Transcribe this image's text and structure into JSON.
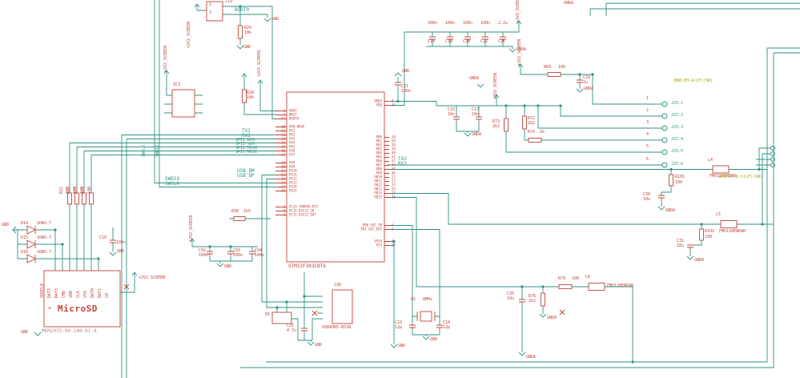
{
  "ic": {
    "value": "STM32F303CBT6",
    "left_numbers": "1\n7\n44\n\n10\n11\n12\n13\n14\n15\n16\n17\n\n29\n30\n31\n32\n33\n34\n37\n38\n\n\n\n2\n3\n4",
    "left_names": "VBAT\nNRST\nBOOT0\n\nPA0-WKUP\nPA1\nPA2\nPA3\nPA4\nPA5\nPA6\nPA7\n\nPA8\nPA9\nPA10\nPA11\nPA12\nPA13\nPA14\nPA15\n\n\n\nPC13-TAMPER-RTC\nPC14-OSC32_IN\nPC15-OSC32_OUT",
    "right_numbers": "9\n24\n\n\n\n\n\n\n\n18\n19\n20\n39\n40\n41\n42\n43\n45\n46\n21\n22\n25\n26\n27\n28\n\n\n\n\n\n\n5\n6\n\n\n8\n23",
    "right_names": "VDDA\nVDD\n\n\n\n\n\n\n\nPB0\nPB1\nPB2\nPB3\nPB4\nPB5\nPB6\nPB7\nPB8\nPB9\nPB10\nPB11\nPB12\nPB13\nPB14\nPB15\n\n\n\n\n\n\nPD0 OSC_IN\nPD1 OSC_OUT\n\n\nVSSA\nVSS"
  },
  "nets": {
    "boot0": "BOOT0",
    "tx2": "TX2",
    "rx2": "RX2",
    "spi1_nss": "SPI1_NSS",
    "spi1_sck": "SPI1_SCK",
    "spi1_miso": "SPI1_MISO",
    "spi1_mosi": "SPI1_MOSI",
    "usb_dm": "USB_DM",
    "usb_dp": "USB_DP",
    "swdio": "SWDIO",
    "swclk": "SWCLK"
  },
  "power": {
    "v2v2": "+2V2_SCREEN",
    "gnd": "GND",
    "gnda": "GNDA"
  },
  "microsd": {
    "title": "MicroSD",
    "plus": "+",
    "part": "MEM2075-00-140-01-A",
    "pins": [
      "SHIELD",
      "DAT2",
      "DAT3",
      "CMD",
      "VDD",
      "CLK",
      "VSS",
      "DAT0",
      "DAT1",
      "CD"
    ]
  },
  "connectors": {
    "j19": {
      "ref": "J19",
      "pins": [
        "1",
        "2"
      ]
    },
    "j25": {
      "part": "B6B-EH-A(LF)(SN)",
      "numbers": [
        "1",
        "2",
        "3",
        "4",
        "5",
        "6"
      ],
      "labels": [
        "J25-1",
        "J25-2",
        "J25-3",
        "J25-4",
        "J25-5",
        "J25-6"
      ]
    },
    "j26": {
      "part": "B4B-PH-K-S(LF)(SN)"
    },
    "j30": {
      "ref": "J30",
      "value": "USB4085-B51N"
    }
  },
  "parts": {
    "r21": {
      "ref": "R21",
      "val": "100"
    },
    "r22": {
      "ref": "R22",
      "val": "100"
    },
    "r23": {
      "ref": "R23",
      "val": "100"
    },
    "r24": {
      "ref": "R24",
      "val": "100"
    },
    "r28": {
      "ref": "R28",
      "val": "10k"
    },
    "r29": {
      "ref": "R29",
      "val": "10k"
    },
    "r30": {
      "ref": "R30",
      "val": "1k5"
    },
    "r69": {
      "ref": "R69",
      "val": "100"
    },
    "r72": {
      "ref": "R72",
      "val": "2k2"
    },
    "r73": {
      "ref": "R73",
      "val": "2k2"
    },
    "r74": {
      "ref": "R74",
      "val": "2k"
    },
    "r76": {
      "ref": "R76",
      "val": "2k2"
    },
    "r79": {
      "ref": "R79",
      "val": "100"
    },
    "r101": {
      "ref": "R101",
      "val": "100"
    },
    "r102": {
      "ref": "R102",
      "val": "100"
    },
    "c10": {
      "ref": "C10",
      "val": "100n"
    },
    "c14": {
      "ref": "C14",
      "val": "100n"
    },
    "c15": {
      "ref": "C15",
      "val": "10n"
    },
    "c17": {
      "ref": "C17",
      "val": "10n"
    },
    "c18": {
      "ref": "C18",
      "val": "100n"
    },
    "c20": {
      "ref": "C20",
      "val": "100n"
    },
    "c21": {
      "ref": "C21",
      "val": "100n"
    },
    "c22": {
      "ref": "C22",
      "val": "100n"
    },
    "c23": {
      "ref": "C23",
      "val": "12p"
    },
    "c24": {
      "ref": "C24",
      "val": "12p"
    },
    "c25": {
      "ref": "C25",
      "val": "4.7u"
    },
    "c26": {
      "ref": "C26",
      "val": "2.2u"
    },
    "c29": {
      "ref": "C29",
      "val": "1u"
    },
    "c30": {
      "ref": "C30",
      "val": "10u"
    },
    "c31": {
      "ref": "C31",
      "val": "10u"
    },
    "c35": {
      "ref": "C35",
      "val": "10u"
    },
    "c92": {
      "ref": "C92",
      "val": "100n"
    },
    "c93": {
      "ref": "C93",
      "val": "100n"
    },
    "c94": {
      "ref": "C94",
      "val": "100n"
    },
    "d5": {
      "ref": "D5"
    },
    "d14": {
      "ref": "D14",
      "val": "SOWS-7"
    },
    "d15": {
      "ref": "D15",
      "val": "SOWS-7"
    },
    "d16": {
      "ref": "D16",
      "val": "SOWS-7"
    },
    "q2": {
      "ref": "Q2",
      "val": "8MHz"
    },
    "l4": {
      "ref": "L4",
      "val": "FMV120ENEAR"
    },
    "l5": {
      "ref": "L5",
      "val": "FMV120ENEAR"
    },
    "l6": {
      "ref": "L6",
      "val": "FMV120ENEAR"
    },
    "ic3": {
      "ref": "IC3"
    }
  }
}
